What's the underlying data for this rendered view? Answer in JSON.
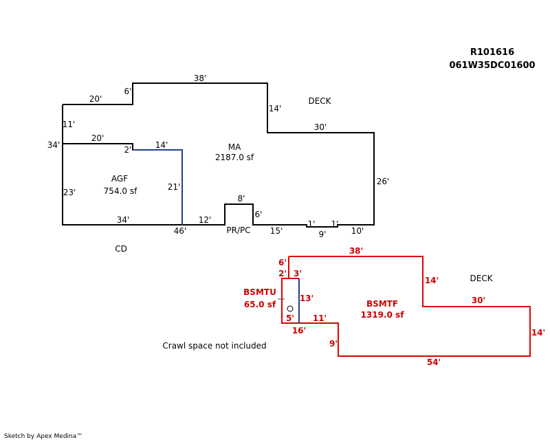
{
  "header": {
    "parcel_id": "R101616",
    "map_number": "061W35DC01600"
  },
  "upper_floor": {
    "areas": [
      {
        "code": "MA",
        "size": "2187.0 sf"
      },
      {
        "code": "AGF",
        "size": "754.0 sf"
      }
    ],
    "labels": {
      "deck": "DECK",
      "cd": "CD",
      "pr_pc": "PR/PC"
    },
    "dimensions": {
      "top": "38'",
      "left_upper": "20'",
      "step": "6'",
      "left_mid": "11'",
      "agf_top": "20'",
      "outer_left": "34'",
      "agf_step": "2'",
      "agf_inner_top": "14'",
      "agf_right": "21'",
      "agf_left": "23'",
      "agf_bottom": "34'",
      "bottom_total": "46'",
      "bottom_mid": "12'",
      "porch_top": "8'",
      "porch_right": "6'",
      "bottom_right1": "15'",
      "notch_left": "1'",
      "notch_right": "1'",
      "notch_bottom": "9'",
      "bottom_right2": "10'",
      "right": "26'",
      "deck_side": "14'",
      "deck_bottom": "30'"
    }
  },
  "basement": {
    "areas": [
      {
        "code": "BSMTU",
        "size": "65.0 sf"
      },
      {
        "code": "BSMTF",
        "size": "1319.0 sf"
      }
    ],
    "labels": {
      "deck": "DECK"
    },
    "dimensions": {
      "top": "38'",
      "left_top": "6'",
      "step_left": "2'",
      "unf_top": "3'",
      "unf_right": "13'",
      "unf_bottom": "5'",
      "bottom_left": "16'",
      "inner_step": "11'",
      "inner_down": "9'",
      "bottom": "54'",
      "right": "14'",
      "deck_side": "14'",
      "deck_bottom": "30'"
    }
  },
  "notes": {
    "crawl_space": "Crawl space not included",
    "credit": "Sketch by Apex Medina™"
  },
  "colors": {
    "upper_outline": "#000000",
    "agf_outline": "#1f3f8f",
    "basement_outline": "#e00000",
    "basement_text": "#cc0000"
  }
}
